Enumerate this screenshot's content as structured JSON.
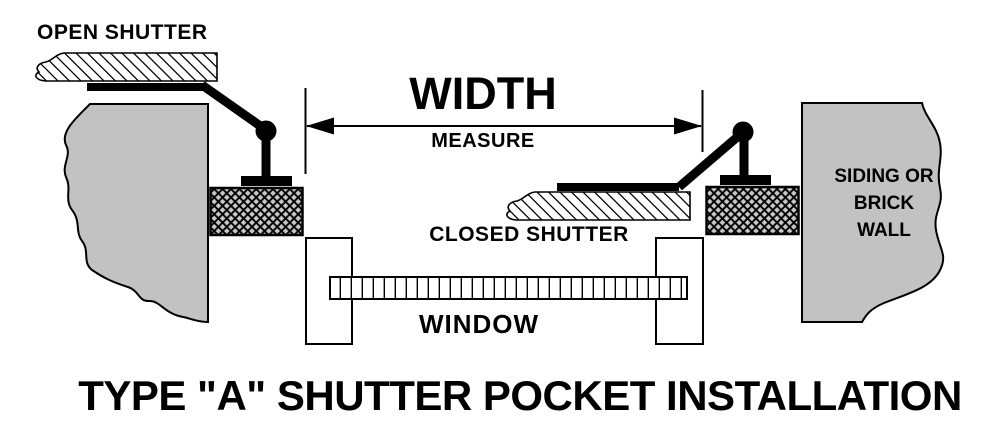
{
  "title": "TYPE \"A\" SHUTTER POCKET INSTALLATION",
  "labels": {
    "open_shutter": "OPEN SHUTTER",
    "width": "WIDTH",
    "measure": "MEASURE",
    "closed_shutter": "CLOSED SHUTTER",
    "window": "WINDOW",
    "siding_wall": {
      "line1": "SIDING OR",
      "line2": "BRICK",
      "line3": "WALL"
    }
  },
  "colors": {
    "background": "#ffffff",
    "line": "#000000",
    "wall_fill": "#c2c2c2",
    "pocket_fill": "#c8c8c8"
  }
}
